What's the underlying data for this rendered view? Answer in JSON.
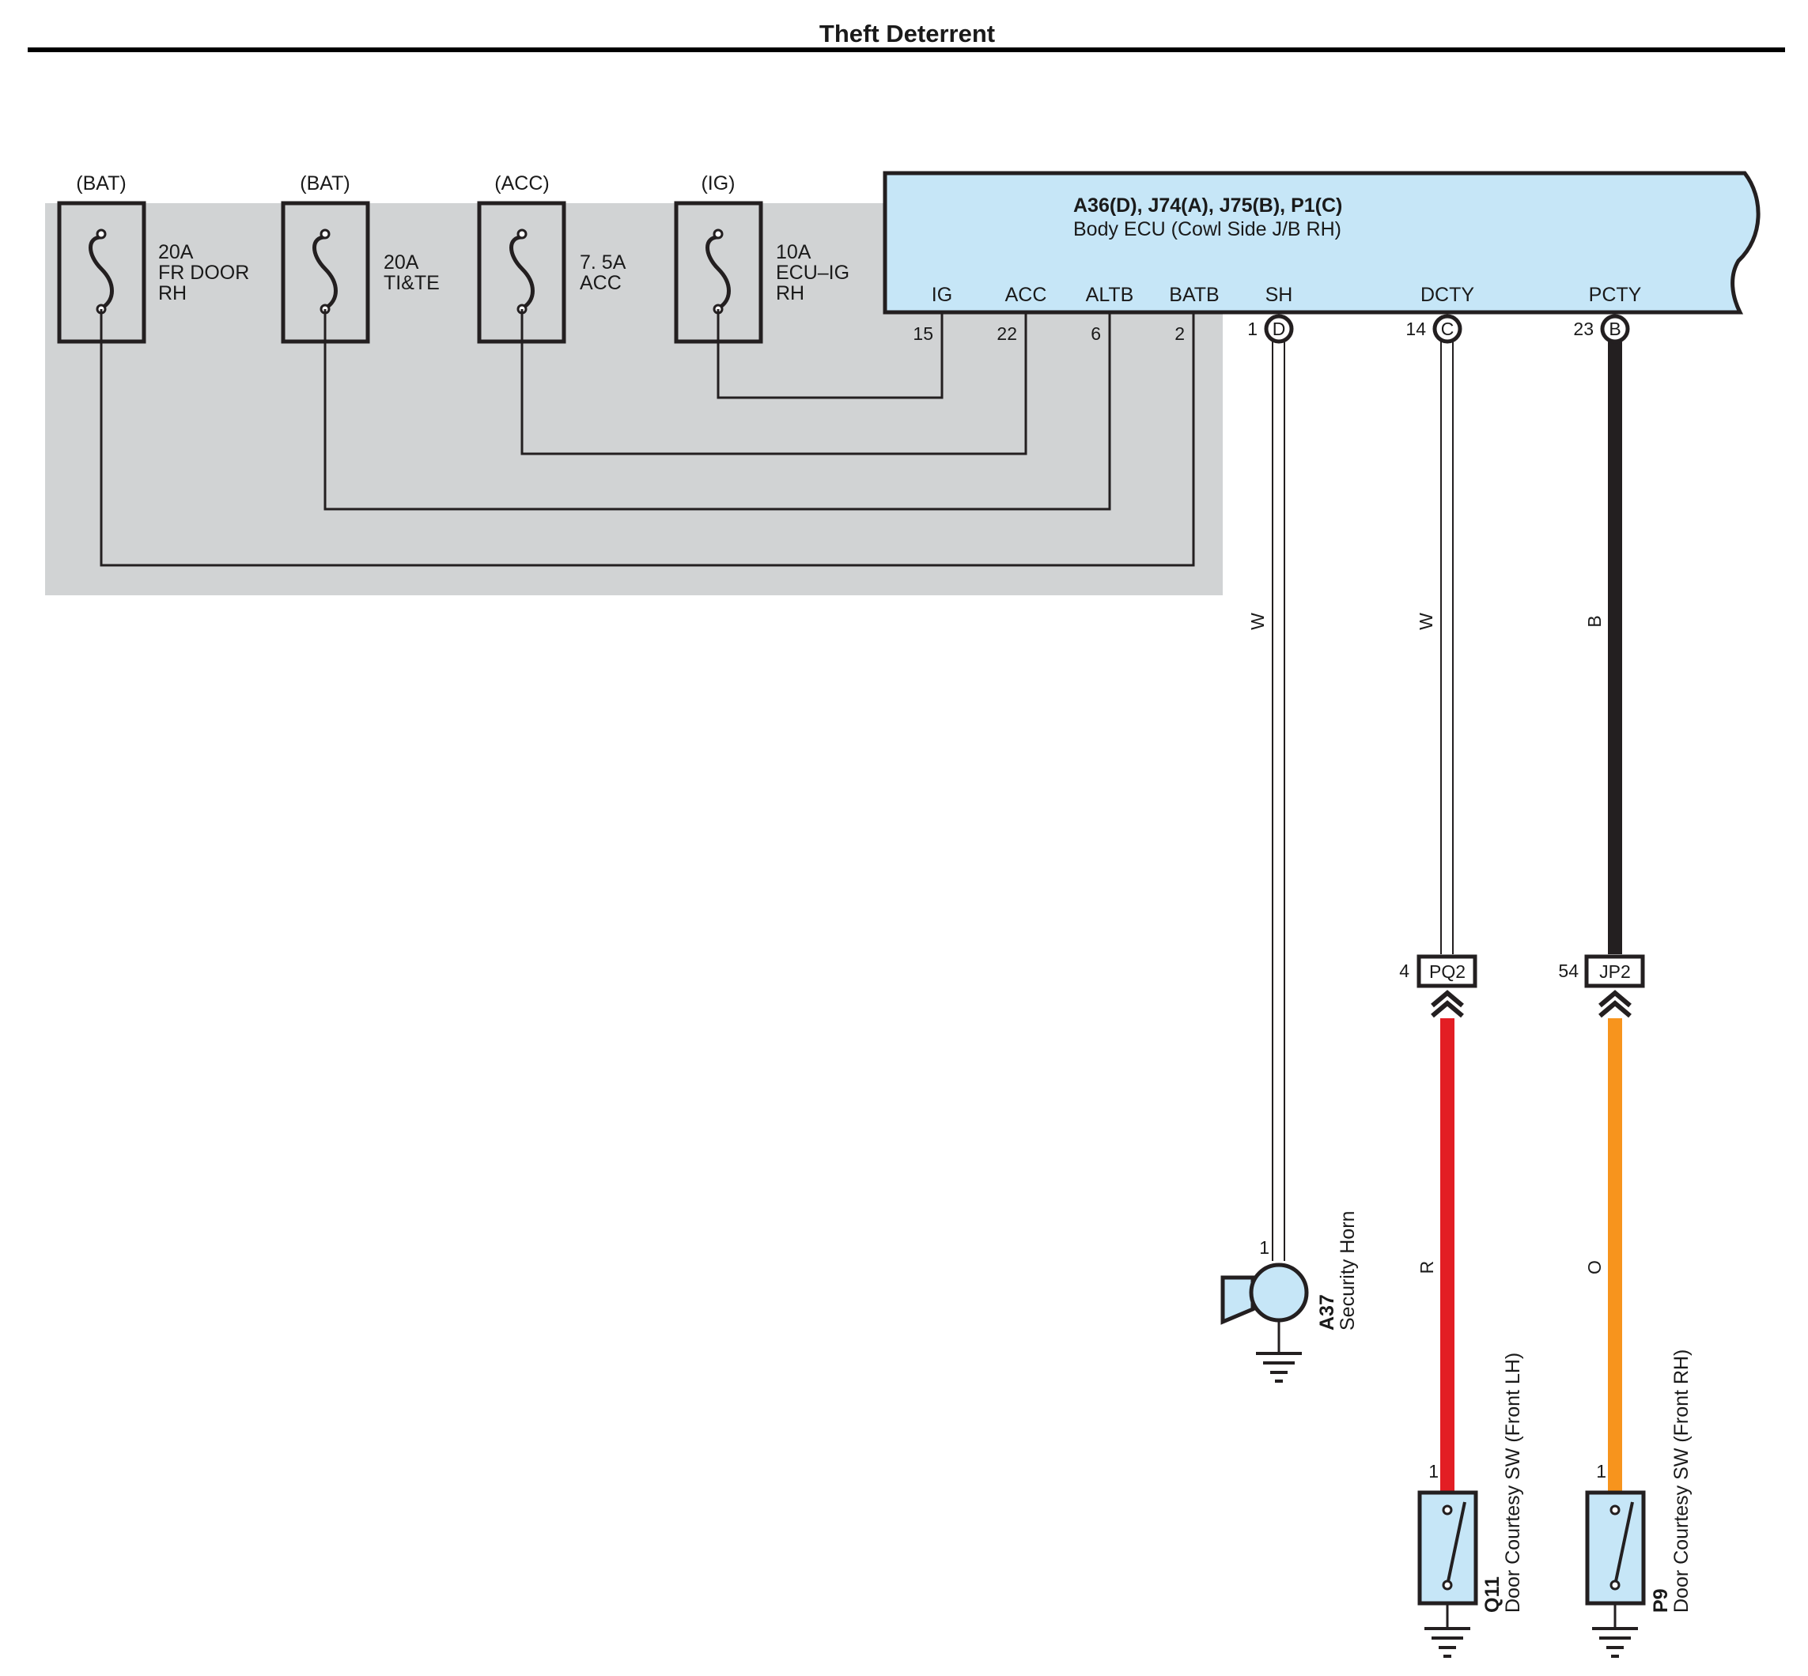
{
  "page": {
    "title": "Theft Deterrent"
  },
  "colors": {
    "jb_shading": "#d1d3d4",
    "ecu_fill": "#c6e6f7",
    "wire_red": "#e31e24",
    "wire_orange": "#f7941d",
    "wire_black": "#231f20",
    "line": "#231f20"
  },
  "fuses": [
    {
      "source": "(BAT)",
      "rating": "20A",
      "name_line1": "FR DOOR",
      "name_line2": "RH"
    },
    {
      "source": "(BAT)",
      "rating": "20A",
      "name_line1": "TI&TE",
      "name_line2": ""
    },
    {
      "source": "(ACC)",
      "rating": "7. 5A",
      "name_line1": "ACC",
      "name_line2": ""
    },
    {
      "source": "(IG)",
      "rating": "10A",
      "name_line1": "ECU–IG",
      "name_line2": "RH"
    }
  ],
  "ecu": {
    "connectors": "A36(D), J74(A), J75(B), P1(C)",
    "name": "Body ECU (Cowl Side J/B RH)",
    "terminals": [
      {
        "label": "IG",
        "pin": "15"
      },
      {
        "label": "ACC",
        "pin": "22"
      },
      {
        "label": "ALTB",
        "pin": "6"
      },
      {
        "label": "BATB",
        "pin": "2"
      },
      {
        "label": "SH",
        "pin": "1",
        "connector": "D"
      },
      {
        "label": "DCTY",
        "pin": "14",
        "connector": "C"
      },
      {
        "label": "PCTY",
        "pin": "23",
        "connector": "B"
      }
    ]
  },
  "wires": {
    "sh_color": "W",
    "dcty_upper_color": "W",
    "pcty_upper_color": "B",
    "dcty_lower_color": "R",
    "pcty_lower_color": "O"
  },
  "junctions": [
    {
      "pin": "4",
      "name": "PQ2"
    },
    {
      "pin": "54",
      "name": "JP2"
    }
  ],
  "components": {
    "horn": {
      "code": "A37",
      "name": "Security Horn",
      "pin": "1"
    },
    "switch_lh": {
      "code": "Q11",
      "name": "Door Courtesy SW (Front LH)",
      "pin": "1"
    },
    "switch_rh": {
      "code": "P9",
      "name": "Door Courtesy SW (Front RH)",
      "pin": "1"
    }
  }
}
